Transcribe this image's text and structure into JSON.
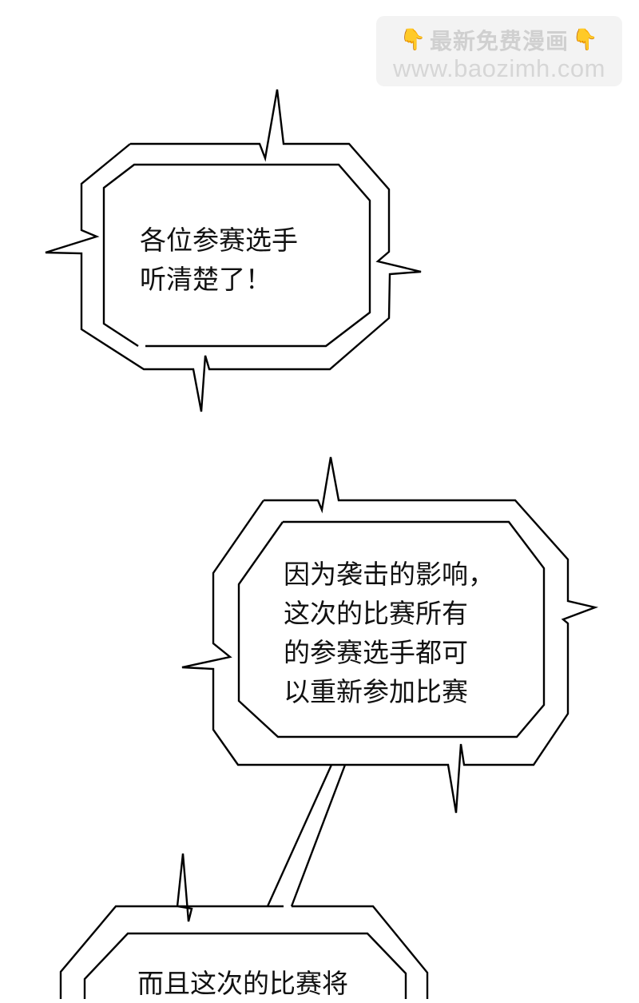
{
  "watermark": {
    "line1": "最新免费漫画",
    "line2": "www.baozimh.com",
    "icon_left": "pointing-down-hand-icon",
    "icon_right": "pointing-down-hand-icon",
    "hand_glyph": "👇",
    "bg_color": "#f3f3f3",
    "text_color": "#d0d0d0"
  },
  "bubbles": [
    {
      "id": "bubble-1",
      "lines": [
        "各位参赛选手",
        "听清楚了！"
      ]
    },
    {
      "id": "bubble-2",
      "lines": [
        "因为袭击的影响，",
        "这次的比赛所有",
        "的参赛选手都可",
        "以重新参加比赛"
      ]
    },
    {
      "id": "bubble-3",
      "lines": [
        "而且这次的比赛将"
      ]
    }
  ],
  "text": {
    "b1": "各位参赛选手\n听清楚了！",
    "b2": "因为袭击的影响，\n这次的比赛所有\n的参赛选手都可\n以重新参加比赛",
    "b3": "而且这次的比赛将"
  }
}
